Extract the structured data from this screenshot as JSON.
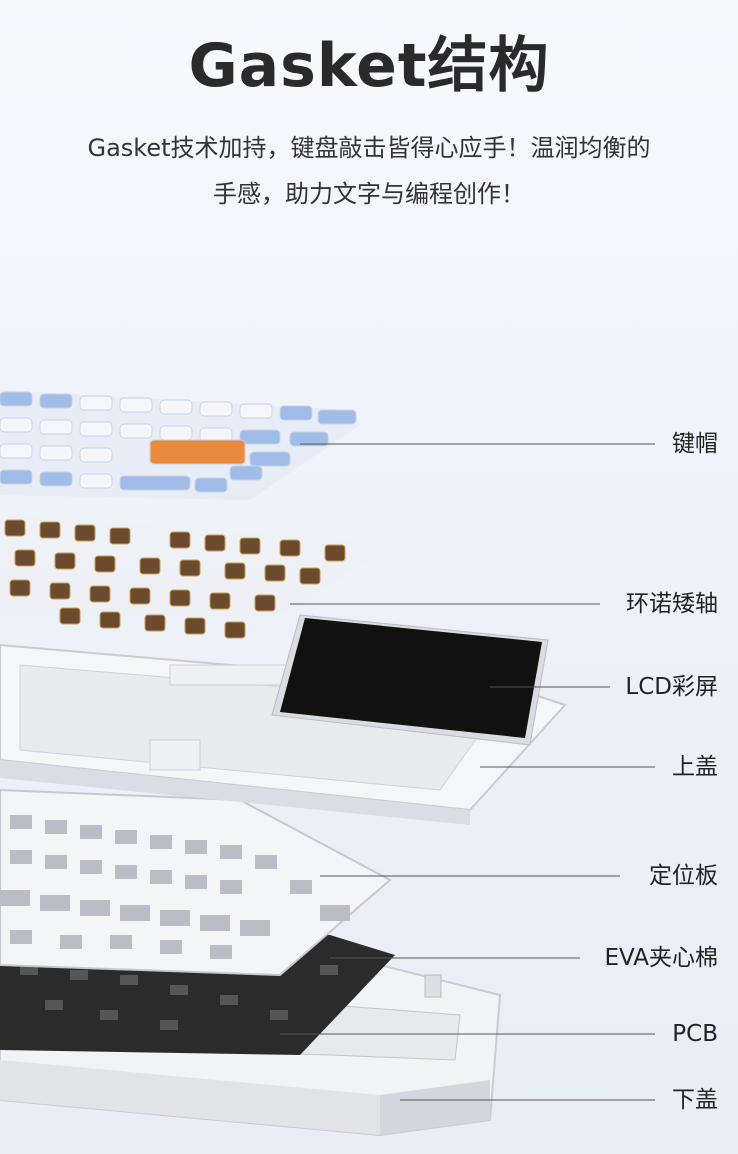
{
  "header": {
    "title": "Gasket结构",
    "description_line1": "Gasket技术加持，键盘敲击皆得心应手！温润均衡的",
    "description_line2": "手感，助力文字与编程创作！"
  },
  "layers": [
    {
      "label": "键帽"
    },
    {
      "label": "环诺矮轴"
    },
    {
      "label": "LCD彩屏"
    },
    {
      "label": "上盖"
    },
    {
      "label": "定位板"
    },
    {
      "label": "EVA夹心棉"
    },
    {
      "label": "PCB"
    },
    {
      "label": "下盖"
    }
  ],
  "colors": {
    "keycap_blue": "#9fbde8",
    "keycap_white": "#f4f6f9",
    "keycap_orange": "#e98a3c",
    "switch_brown": "#6b4a2e",
    "lcd_black": "#111111"
  }
}
